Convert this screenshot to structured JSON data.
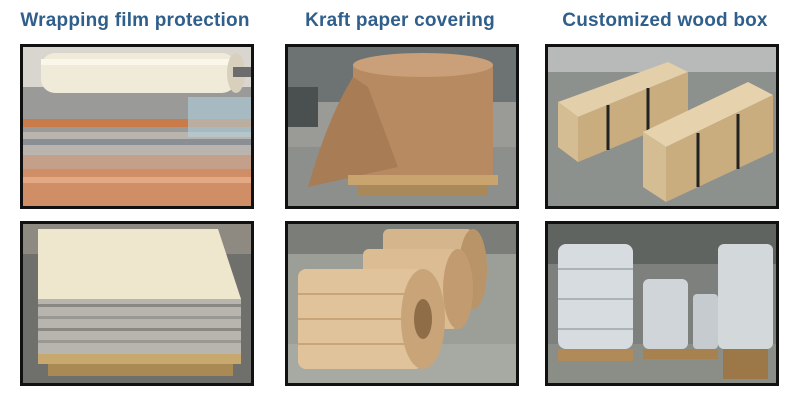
{
  "columns": [
    {
      "heading": "Wrapping film protection",
      "accent": "#2f5f8a"
    },
    {
      "heading": "Kraft paper covering",
      "accent": "#2f5f8a"
    },
    {
      "heading": "Customized wood box",
      "accent": "#2f5f8a"
    }
  ],
  "photos": [
    {
      "subject": "film-roll-on-machine"
    },
    {
      "subject": "kraft-paper-roll-on-pallet"
    },
    {
      "subject": "wooden-crates"
    },
    {
      "subject": "stacked-sheets-with-film"
    },
    {
      "subject": "kraft-wrapped-coils"
    },
    {
      "subject": "coils-in-warehouse"
    }
  ]
}
